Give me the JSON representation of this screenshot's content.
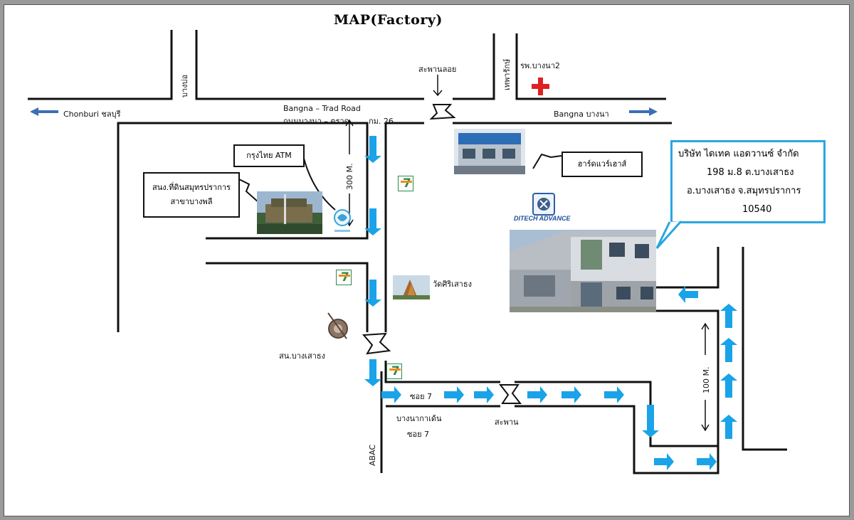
{
  "title": "MAP(Factory)",
  "roads": {
    "bangbo": "บางบ่อ",
    "thepharak": "เทพารักษ์",
    "bangna_trad_en": "Bangna – Trad  Road",
    "bangna_trad_th": "ถนนบางนา – ตราด",
    "km": "กม. 26",
    "to_chonburi": "Chonburi  ชลบุรี",
    "to_bangna": "Bangna  บางนา",
    "abac": "ABAC",
    "soi7": "ซอย 7",
    "bangna_kanchen": "บางนากาเด้น",
    "soi7_b": "ซอย 7"
  },
  "landmarks": {
    "floating_bridge": "สะพานลอย",
    "hospital": "รพ.บางนา2",
    "krungthai_atm": "กรุงไทย ATM",
    "land_office_line1": "สนง.ที่ดินสมุทรปราการ",
    "land_office_line2": "สาขาบางพลี",
    "hardware_house": "ฮาร์ดแวร์เฮาส์",
    "wat": "วัดศิริเสาธง",
    "police": "สน.บางเสาธง",
    "bridge": "สะพาน",
    "company_logo": "DITECH ADVANCE"
  },
  "distances": {
    "d300": "300  M.",
    "d100": "100  M."
  },
  "address": {
    "company": "บริษัท ไดเทค แอดวานซ์ จำกัด",
    "line1": "198 ม.8   ต.บางเสาธง",
    "line2": "อ.บางเสาธง   จ.สมุทรปราการ",
    "postcode": "10540"
  },
  "colors": {
    "arrow": "#1aa3e8",
    "callout_border": "#2aa7e0",
    "hospital_cross": "#e02020",
    "side_arrow": "#3b6fb6",
    "seven_green": "#2e8b4e",
    "seven_orange": "#f28c1c",
    "seven_red": "#d8262a"
  }
}
